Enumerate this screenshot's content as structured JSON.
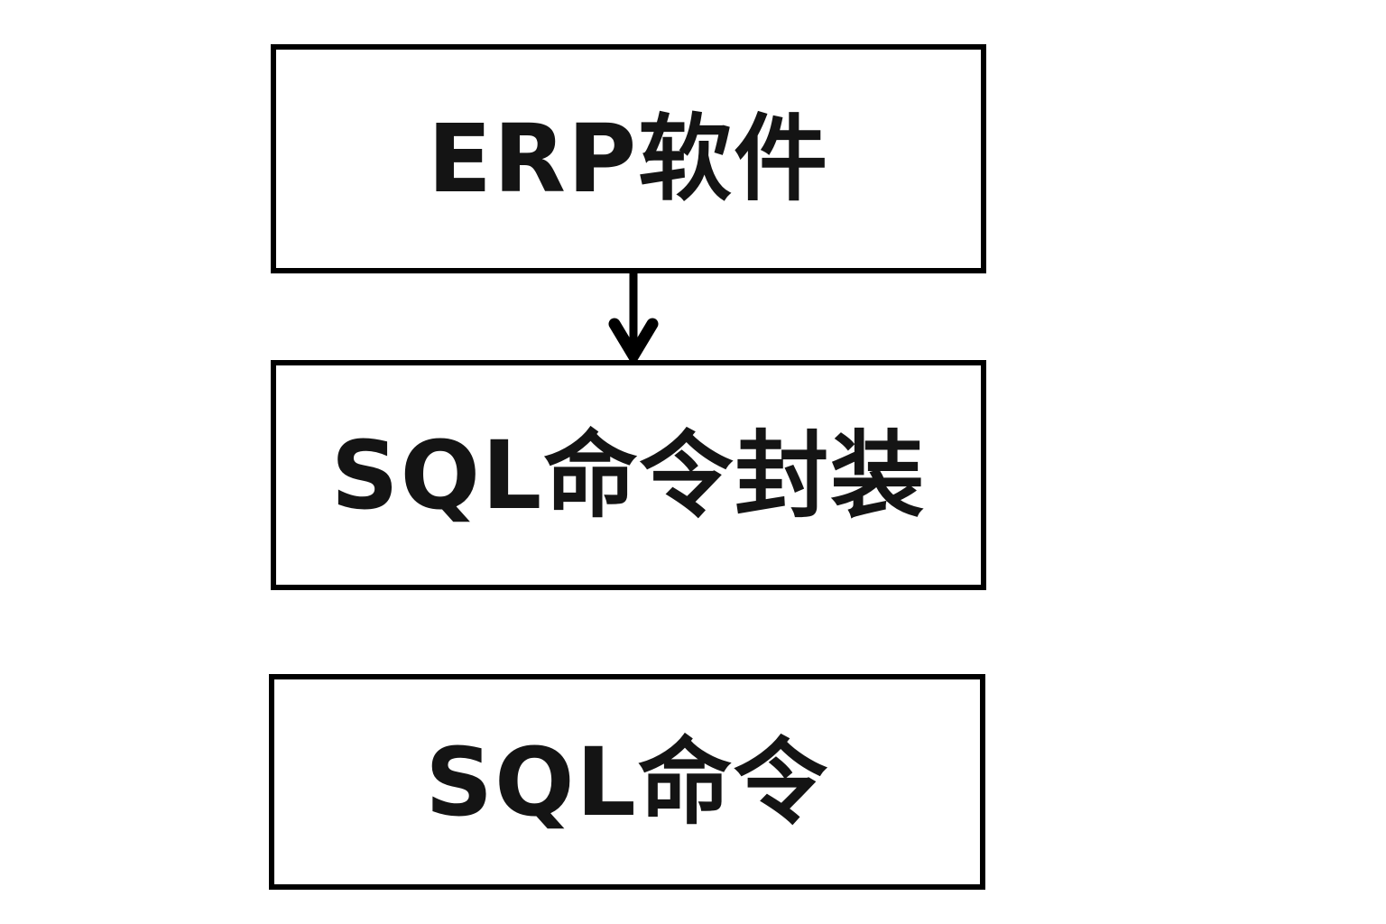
{
  "diagram": {
    "background_color": "#ffffff",
    "border_color": "#000000",
    "text_color": "#141414",
    "boxes": [
      {
        "id": "erp",
        "label": "ERP软件"
      },
      {
        "id": "sql-wrap",
        "label": "SQL命令封装"
      },
      {
        "id": "sql-cmd",
        "label": "SQL命令"
      }
    ],
    "connections": [
      {
        "from": "erp",
        "to": "sql-wrap",
        "type": "arrow-down"
      }
    ]
  }
}
